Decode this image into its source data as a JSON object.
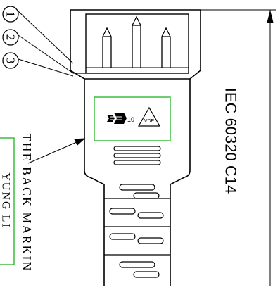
{
  "drawing": {
    "callouts": [
      "1",
      "2",
      "3"
    ],
    "connector_label": "IEC 60320 C14",
    "marking_title": "THE BACK MARKIN",
    "marking_text": "YUNG LI",
    "rating_mark": "10",
    "cert_mark_text": "VDE",
    "colors": {
      "line": "#000000",
      "marking_box": "#2db82d",
      "background": "#ffffff"
    }
  }
}
